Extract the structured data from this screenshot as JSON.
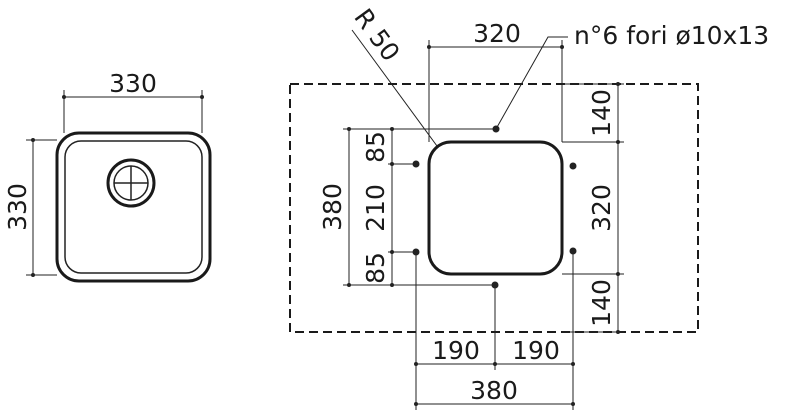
{
  "sink_view": {
    "width_label": "330",
    "height_label": "330"
  },
  "cutout_view": {
    "radius_label": "R 50",
    "top_spacing_label": "320",
    "holes_note": "n°6 fori ø10x13",
    "left_total_label": "380",
    "left_upper_label": "85",
    "left_middle_label": "210",
    "left_lower_label": "85",
    "right_upper_label": "140",
    "right_middle_label": "320",
    "right_lower_label": "140",
    "bottom_left_label": "190",
    "bottom_right_label": "190",
    "bottom_total_label": "380"
  }
}
